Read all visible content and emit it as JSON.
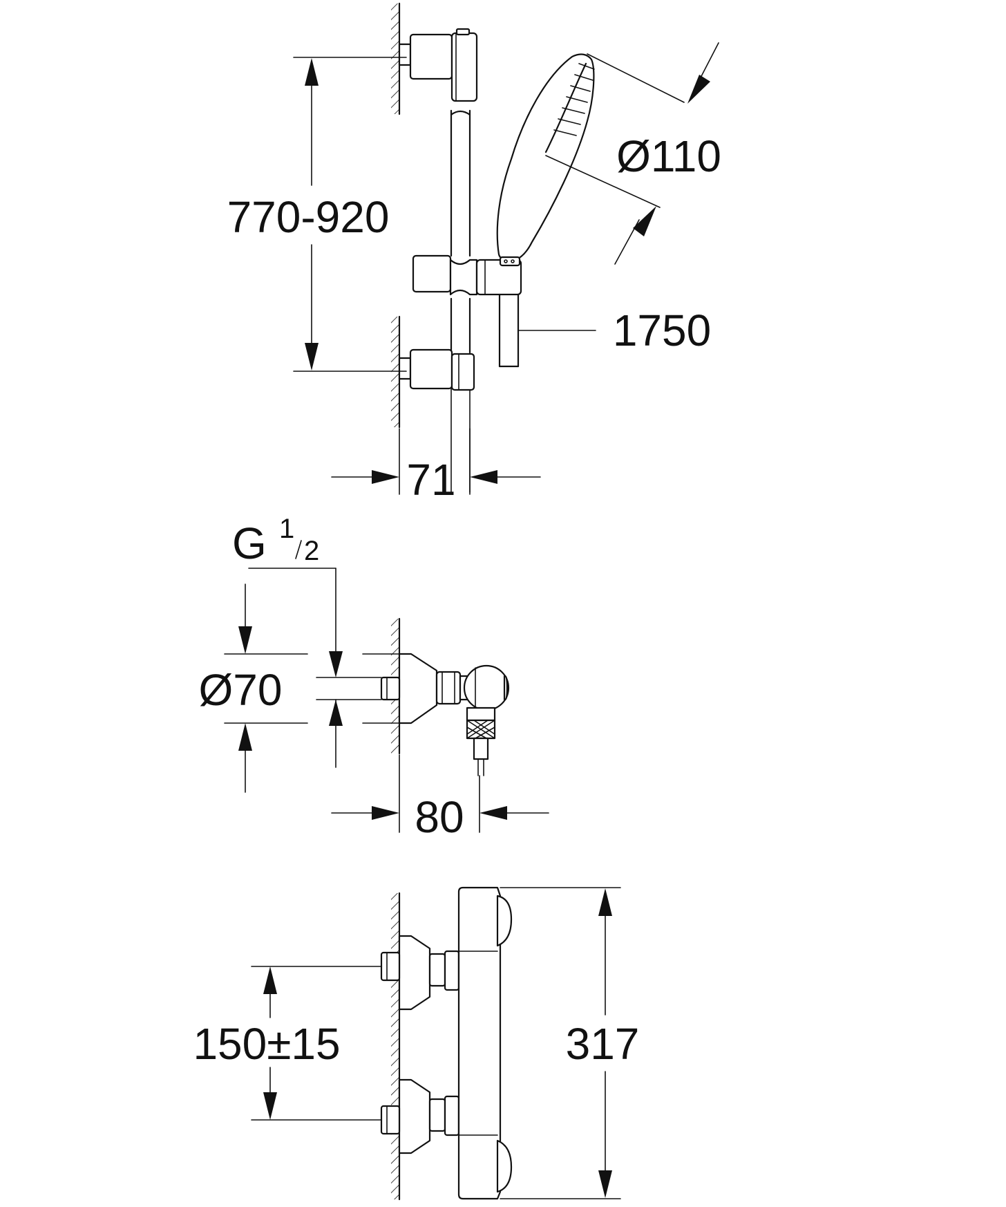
{
  "dimensions": {
    "rail_height_range": "770-920",
    "handshower_diameter": "Ø110",
    "hose_length": "1750",
    "rail_projection": "71",
    "thread_g": "G",
    "thread_num": "1",
    "thread_den": "2",
    "escutcheon_diameter": "Ø70",
    "valve_projection": "80",
    "inlet_spacing": "150±15",
    "mixer_height": "317"
  },
  "colors": {
    "line": "#111111",
    "background": "#ffffff"
  }
}
